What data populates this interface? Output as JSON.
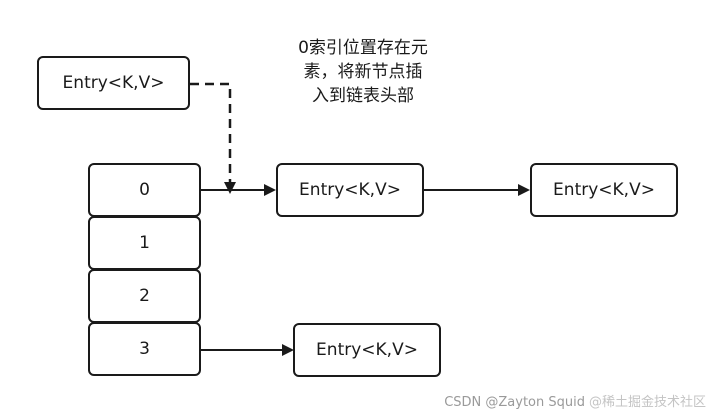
{
  "diagram": {
    "new_entry_label": "Entry<K,V>",
    "slots": [
      "0",
      "1",
      "2",
      "3"
    ],
    "chain_slot0": [
      "Entry<K,V>",
      "Entry<K,V>"
    ],
    "chain_slot3": [
      "Entry<K,V>"
    ],
    "note_lines": [
      "0索引位置存在元",
      "素，将新节点插",
      "入到链表头部"
    ]
  },
  "watermark": {
    "author": "CSDN @Zayton Squid",
    "community": "@稀土掘金技术社区"
  },
  "colors": {
    "stroke": "#1a1a1a",
    "background": "#ffffff"
  }
}
